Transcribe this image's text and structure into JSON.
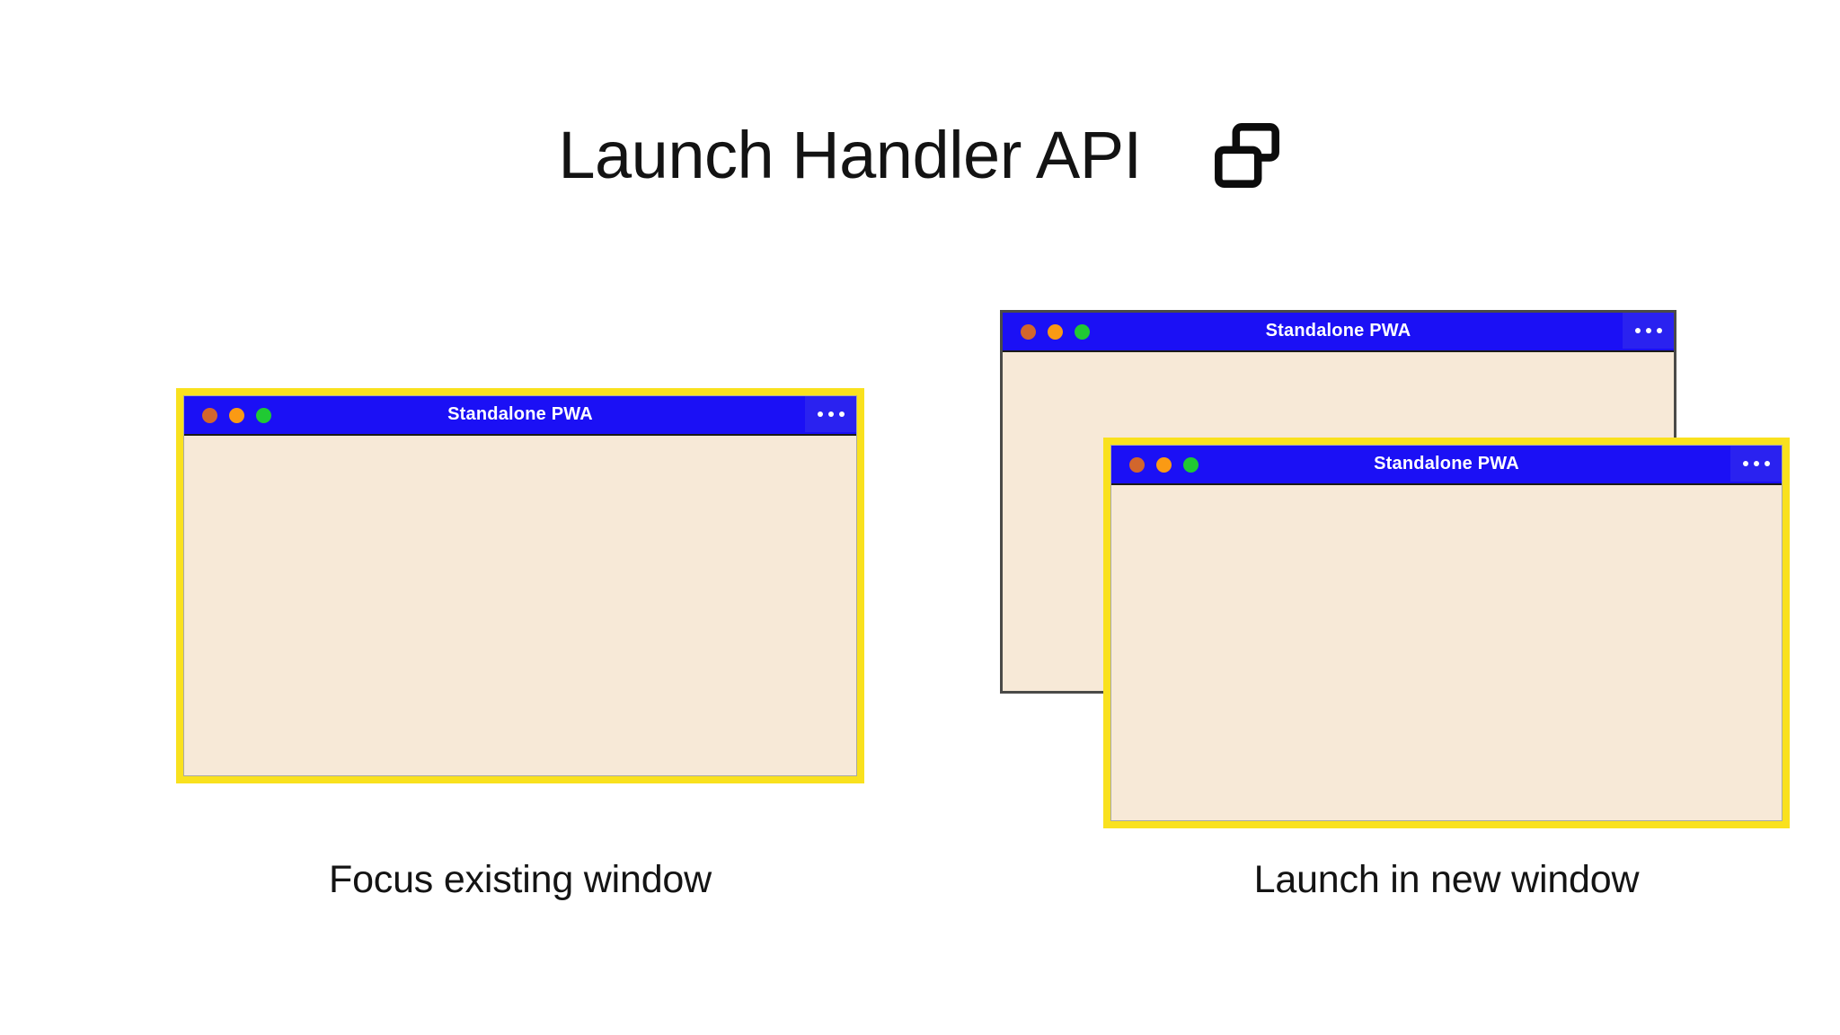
{
  "header": {
    "title": "Launch Handler API",
    "icon": "windows-overlap-icon"
  },
  "colors": {
    "titlebar_blue": "#1b10f5",
    "menu_blue": "#2a22f0",
    "focus_outline_yellow": "#f9e11e",
    "window_content_cream": "#f7e9d7",
    "unfocused_border_gray": "#4a4a48",
    "dot_close": "#d2662c",
    "dot_minimize": "#fa9a14",
    "dot_maximize": "#20c933",
    "text_dark": "#131313",
    "page_background": "#ffffff"
  },
  "scenarios": [
    {
      "id": "focus-existing-window",
      "caption": "Focus existing window",
      "windows": [
        {
          "id": "window-left",
          "title": "Standalone PWA",
          "focused": true,
          "menu_label": "•••",
          "traffic_lights": [
            "close",
            "minimize",
            "maximize"
          ]
        }
      ]
    },
    {
      "id": "launch-in-new-window",
      "caption": "Launch in new window",
      "windows": [
        {
          "id": "window-back",
          "title": "Standalone PWA",
          "focused": false,
          "menu_label": "•••",
          "traffic_lights": [
            "close",
            "minimize",
            "maximize"
          ]
        },
        {
          "id": "window-front",
          "title": "Standalone PWA",
          "focused": true,
          "menu_label": "•••",
          "traffic_lights": [
            "close",
            "minimize",
            "maximize"
          ]
        }
      ]
    }
  ]
}
